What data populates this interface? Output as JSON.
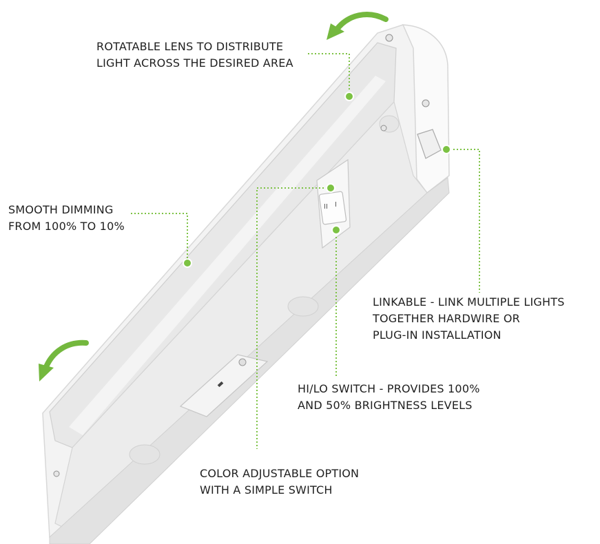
{
  "colors": {
    "accent": "#7cc243",
    "arrow": "#74b83e",
    "text": "#1f1f1f",
    "fixture_body": "#f4f4f4",
    "lens": "#e9e9e9"
  },
  "callouts": {
    "lens": {
      "lines": [
        "ROTATABLE LENS TO DISTRIBUTE",
        "LIGHT ACROSS THE DESIRED AREA"
      ]
    },
    "dimming": {
      "lines": [
        "SMOOTH DIMMING",
        "FROM 100% TO 10%"
      ]
    },
    "linkable": {
      "lines": [
        "LINKABLE - LINK MULTIPLE LIGHTS",
        "TOGETHER HARDWIRE OR",
        "PLUG-IN INSTALLATION"
      ]
    },
    "hilo": {
      "lines": [
        "HI/LO SWITCH - PROVIDES 100%",
        "AND 50% BRIGHTNESS LEVELS"
      ]
    },
    "color": {
      "lines": [
        "COLOR ADJUSTABLE OPTION",
        "WITH A SIMPLE SWITCH"
      ]
    }
  },
  "switch_marks": {
    "top": "II",
    "bottom": "I"
  },
  "icons": [
    "rotate-arrow-icon",
    "rotate-arrow-icon"
  ]
}
